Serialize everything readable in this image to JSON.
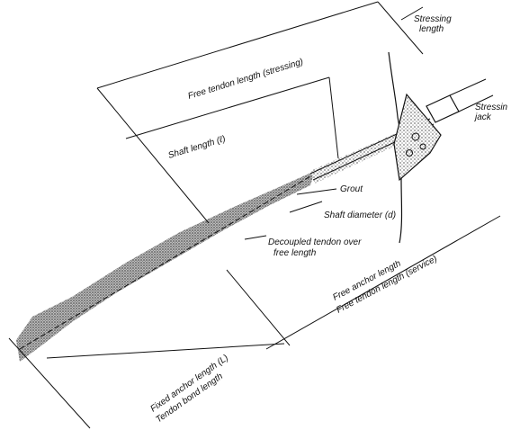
{
  "labels": {
    "stressing_length": [
      "Stressing",
      "length"
    ],
    "free_tendon_length_stressing": "Free tendon length (stressing)",
    "shaft_length": "Shaft length (ℓ)",
    "stressing_jack": [
      "Stressin",
      "jack"
    ],
    "grout": "Grout",
    "shaft_diameter": "Shaft diameter (d)",
    "decoupled_tendon": [
      "Decoupled tendon over",
      "free length"
    ],
    "free_anchor_length": "Free anchor length",
    "free_tendon_length_service": "Free tendon length (service)",
    "fixed_anchor_length": "Fixed anchor length (L)",
    "tendon_bond_length": "Tendon bond length"
  },
  "colors": {
    "ink": "#111111",
    "grout_stipple": "#8a8a8a",
    "background": "#ffffff"
  }
}
